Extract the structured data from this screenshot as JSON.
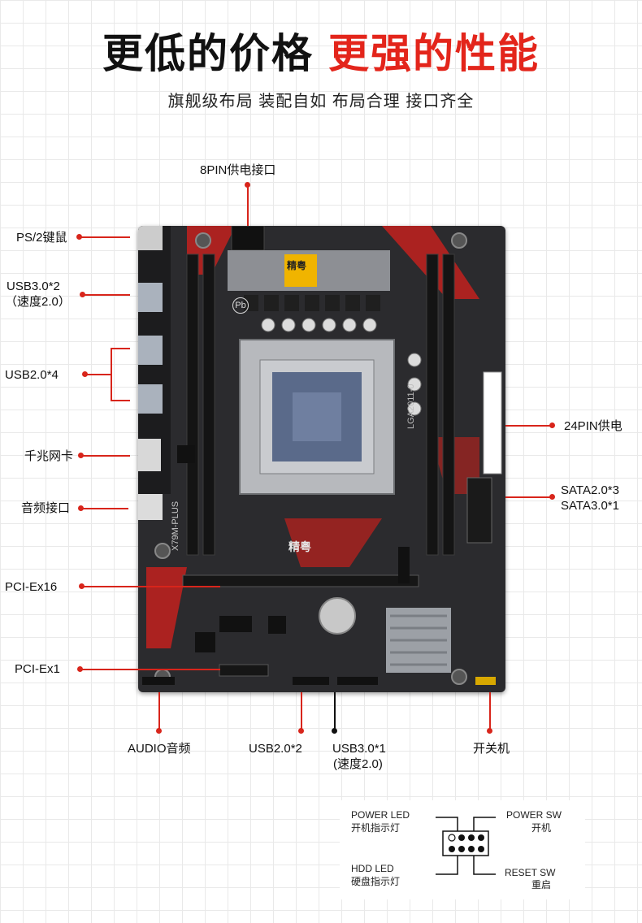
{
  "header": {
    "title_black": "更低的价格",
    "title_red": "更强的性能",
    "subtitle": "旗舰级布局 装配自如 布局合理 接口齐全"
  },
  "board_marks": {
    "socket_label": "LGA2011-0",
    "model_label": "X79M-PLUS",
    "brand_label": "精粤",
    "pb_mark": "Pb"
  },
  "callouts": {
    "pin8_power": "8PIN供电接口",
    "ps2": "PS/2键鼠",
    "usb30_rear_line1": "USB3.0*2",
    "usb30_rear_line2": "（速度2.0）",
    "usb20_rear": "USB2.0*4",
    "lan": "千兆网卡",
    "audio_rear": "音频接口",
    "pcie16": "PCI-Ex16",
    "pcie1": "PCI-Ex1",
    "pin24_power": "24PIN供电",
    "sata_line1": "SATA2.0*3",
    "sata_line2": "SATA3.0*1",
    "audio_header": "AUDIO音频",
    "usb20_header": "USB2.0*2",
    "usb30_header_line1": "USB3.0*1",
    "usb30_header_line2": "(速度2.0)",
    "power_switch": "开关机"
  },
  "legend": {
    "power_led_en": "POWER LED",
    "power_led_cn": "开机指示灯",
    "hdd_led_en": "HDD LED",
    "hdd_led_cn": "硬盘指示灯",
    "power_sw_en": "POWER SW",
    "power_sw_cn": "开机",
    "reset_sw_en": "RESET SW",
    "reset_sw_cn": "重启"
  },
  "colors": {
    "accent_red": "#e3251b",
    "board": "#2b2b2e",
    "board_red_trim": "#c2211d"
  }
}
